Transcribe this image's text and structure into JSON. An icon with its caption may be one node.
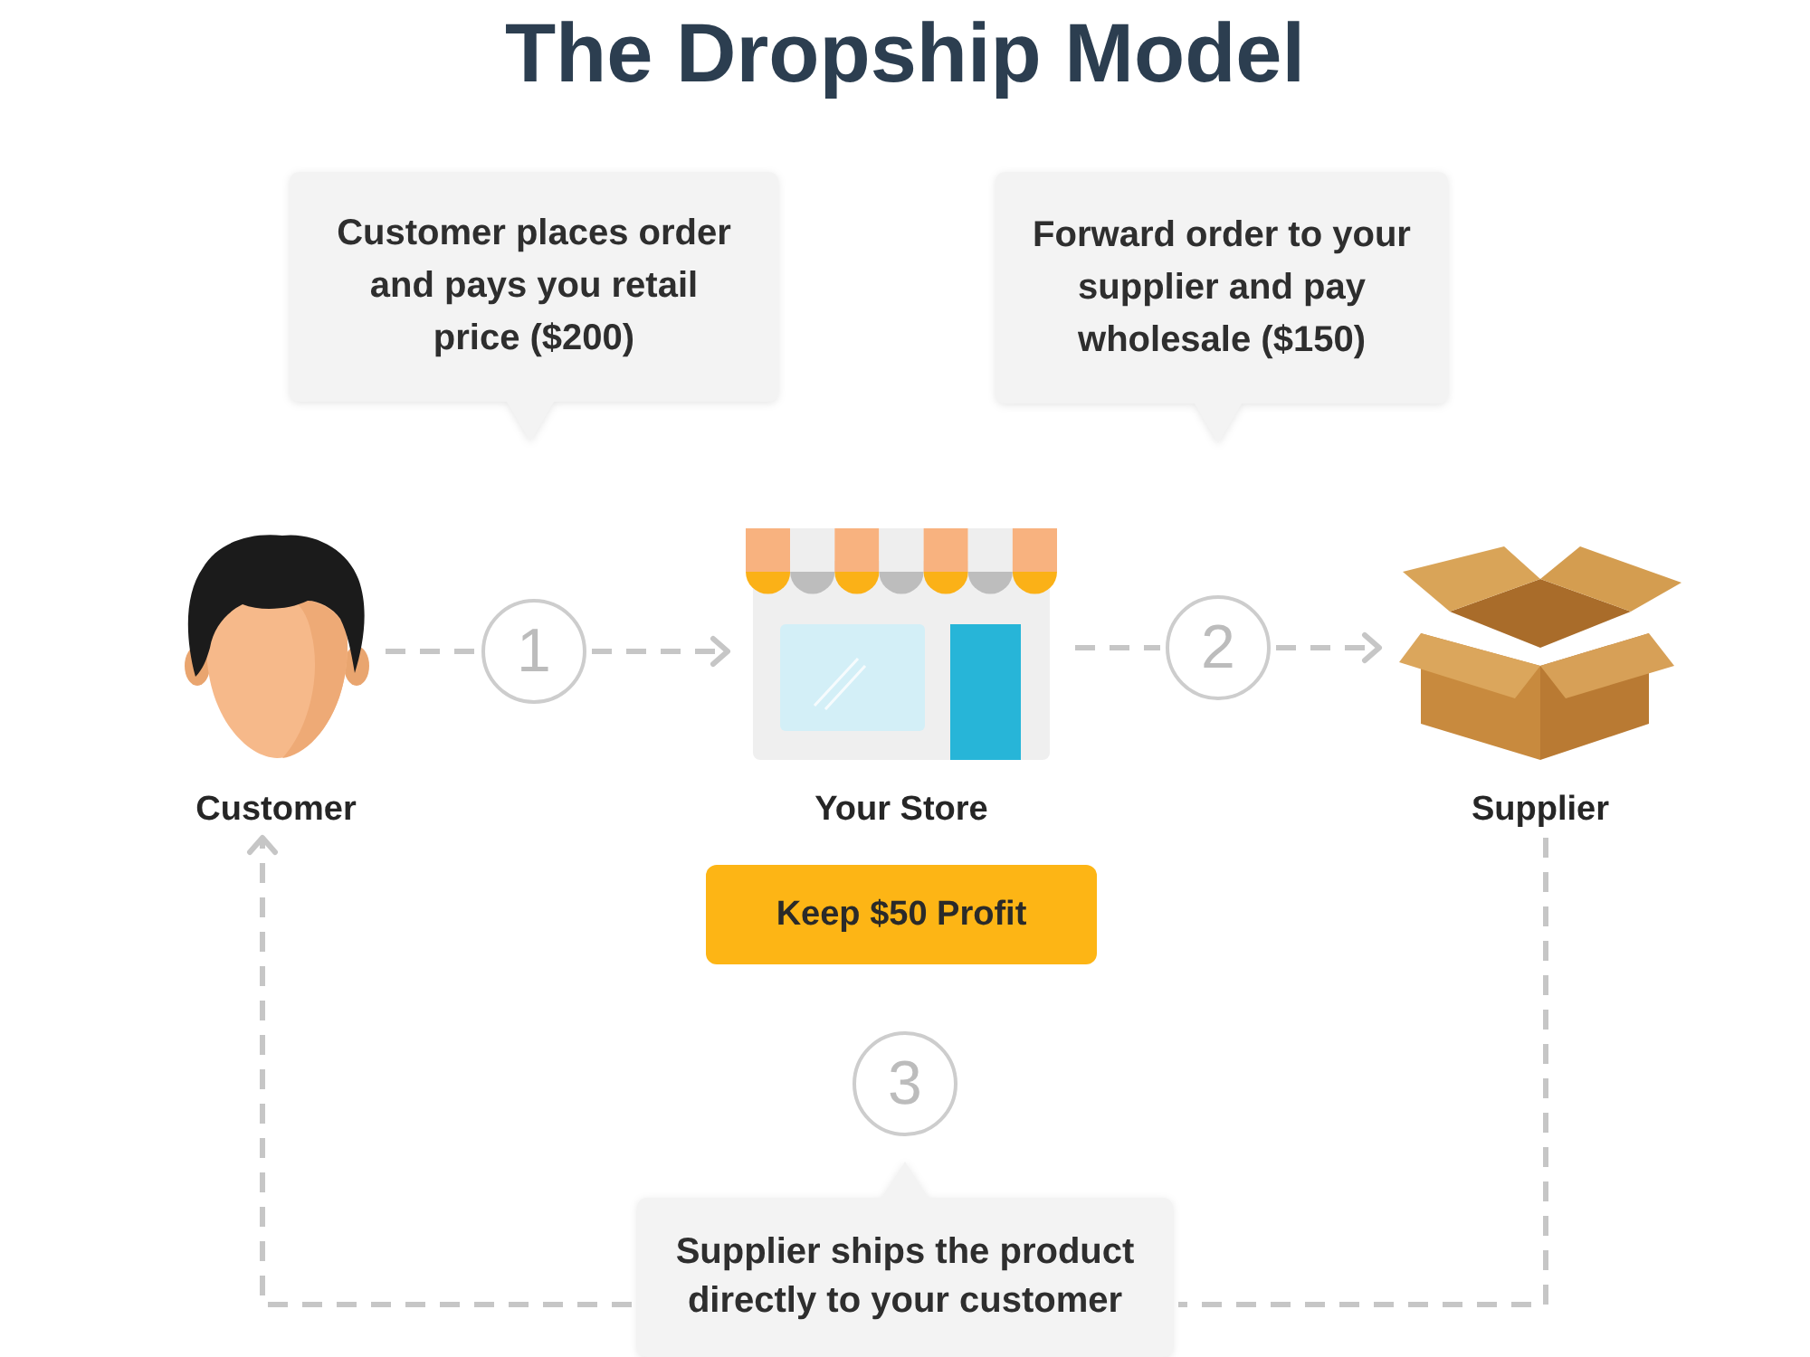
{
  "diagram": {
    "title": "The Dropship Model",
    "nodes": [
      {
        "text": [
          "Customer places order and pays you retail price ($200)"
        ]
      },
      {
        "text": [
          "Forward order to your supplier and pay wholesale ($150)"
        ]
      },
      {
        "text": [
          "Customer"
        ]
      },
      {
        "text": [
          "1"
        ]
      },
      {
        "text": [
          "Your Store"
        ]
      },
      {
        "text": [
          "2"
        ]
      },
      {
        "text": [
          "Supplier"
        ]
      },
      {
        "text": [
          "Keep $50 Profit"
        ]
      },
      {
        "text": [
          "3"
        ]
      },
      {
        "text": [
          "Supplier ships the product directly to your customer"
        ]
      }
    ],
    "edges": [
      {
        "from": 2,
        "to": 3,
        "arrow": "none",
        "style": "dashed"
      },
      {
        "from": 3,
        "to": 4,
        "arrow": "to",
        "style": "dashed"
      },
      {
        "from": 4,
        "to": 5,
        "arrow": "none",
        "style": "dashed"
      },
      {
        "from": 5,
        "to": 6,
        "arrow": "to",
        "style": "dashed"
      },
      {
        "from": 6,
        "to": 9,
        "arrow": "none",
        "style": "dashed"
      },
      {
        "from": 9,
        "to": 2,
        "arrow": "to",
        "style": "dashed"
      }
    ]
  }
}
